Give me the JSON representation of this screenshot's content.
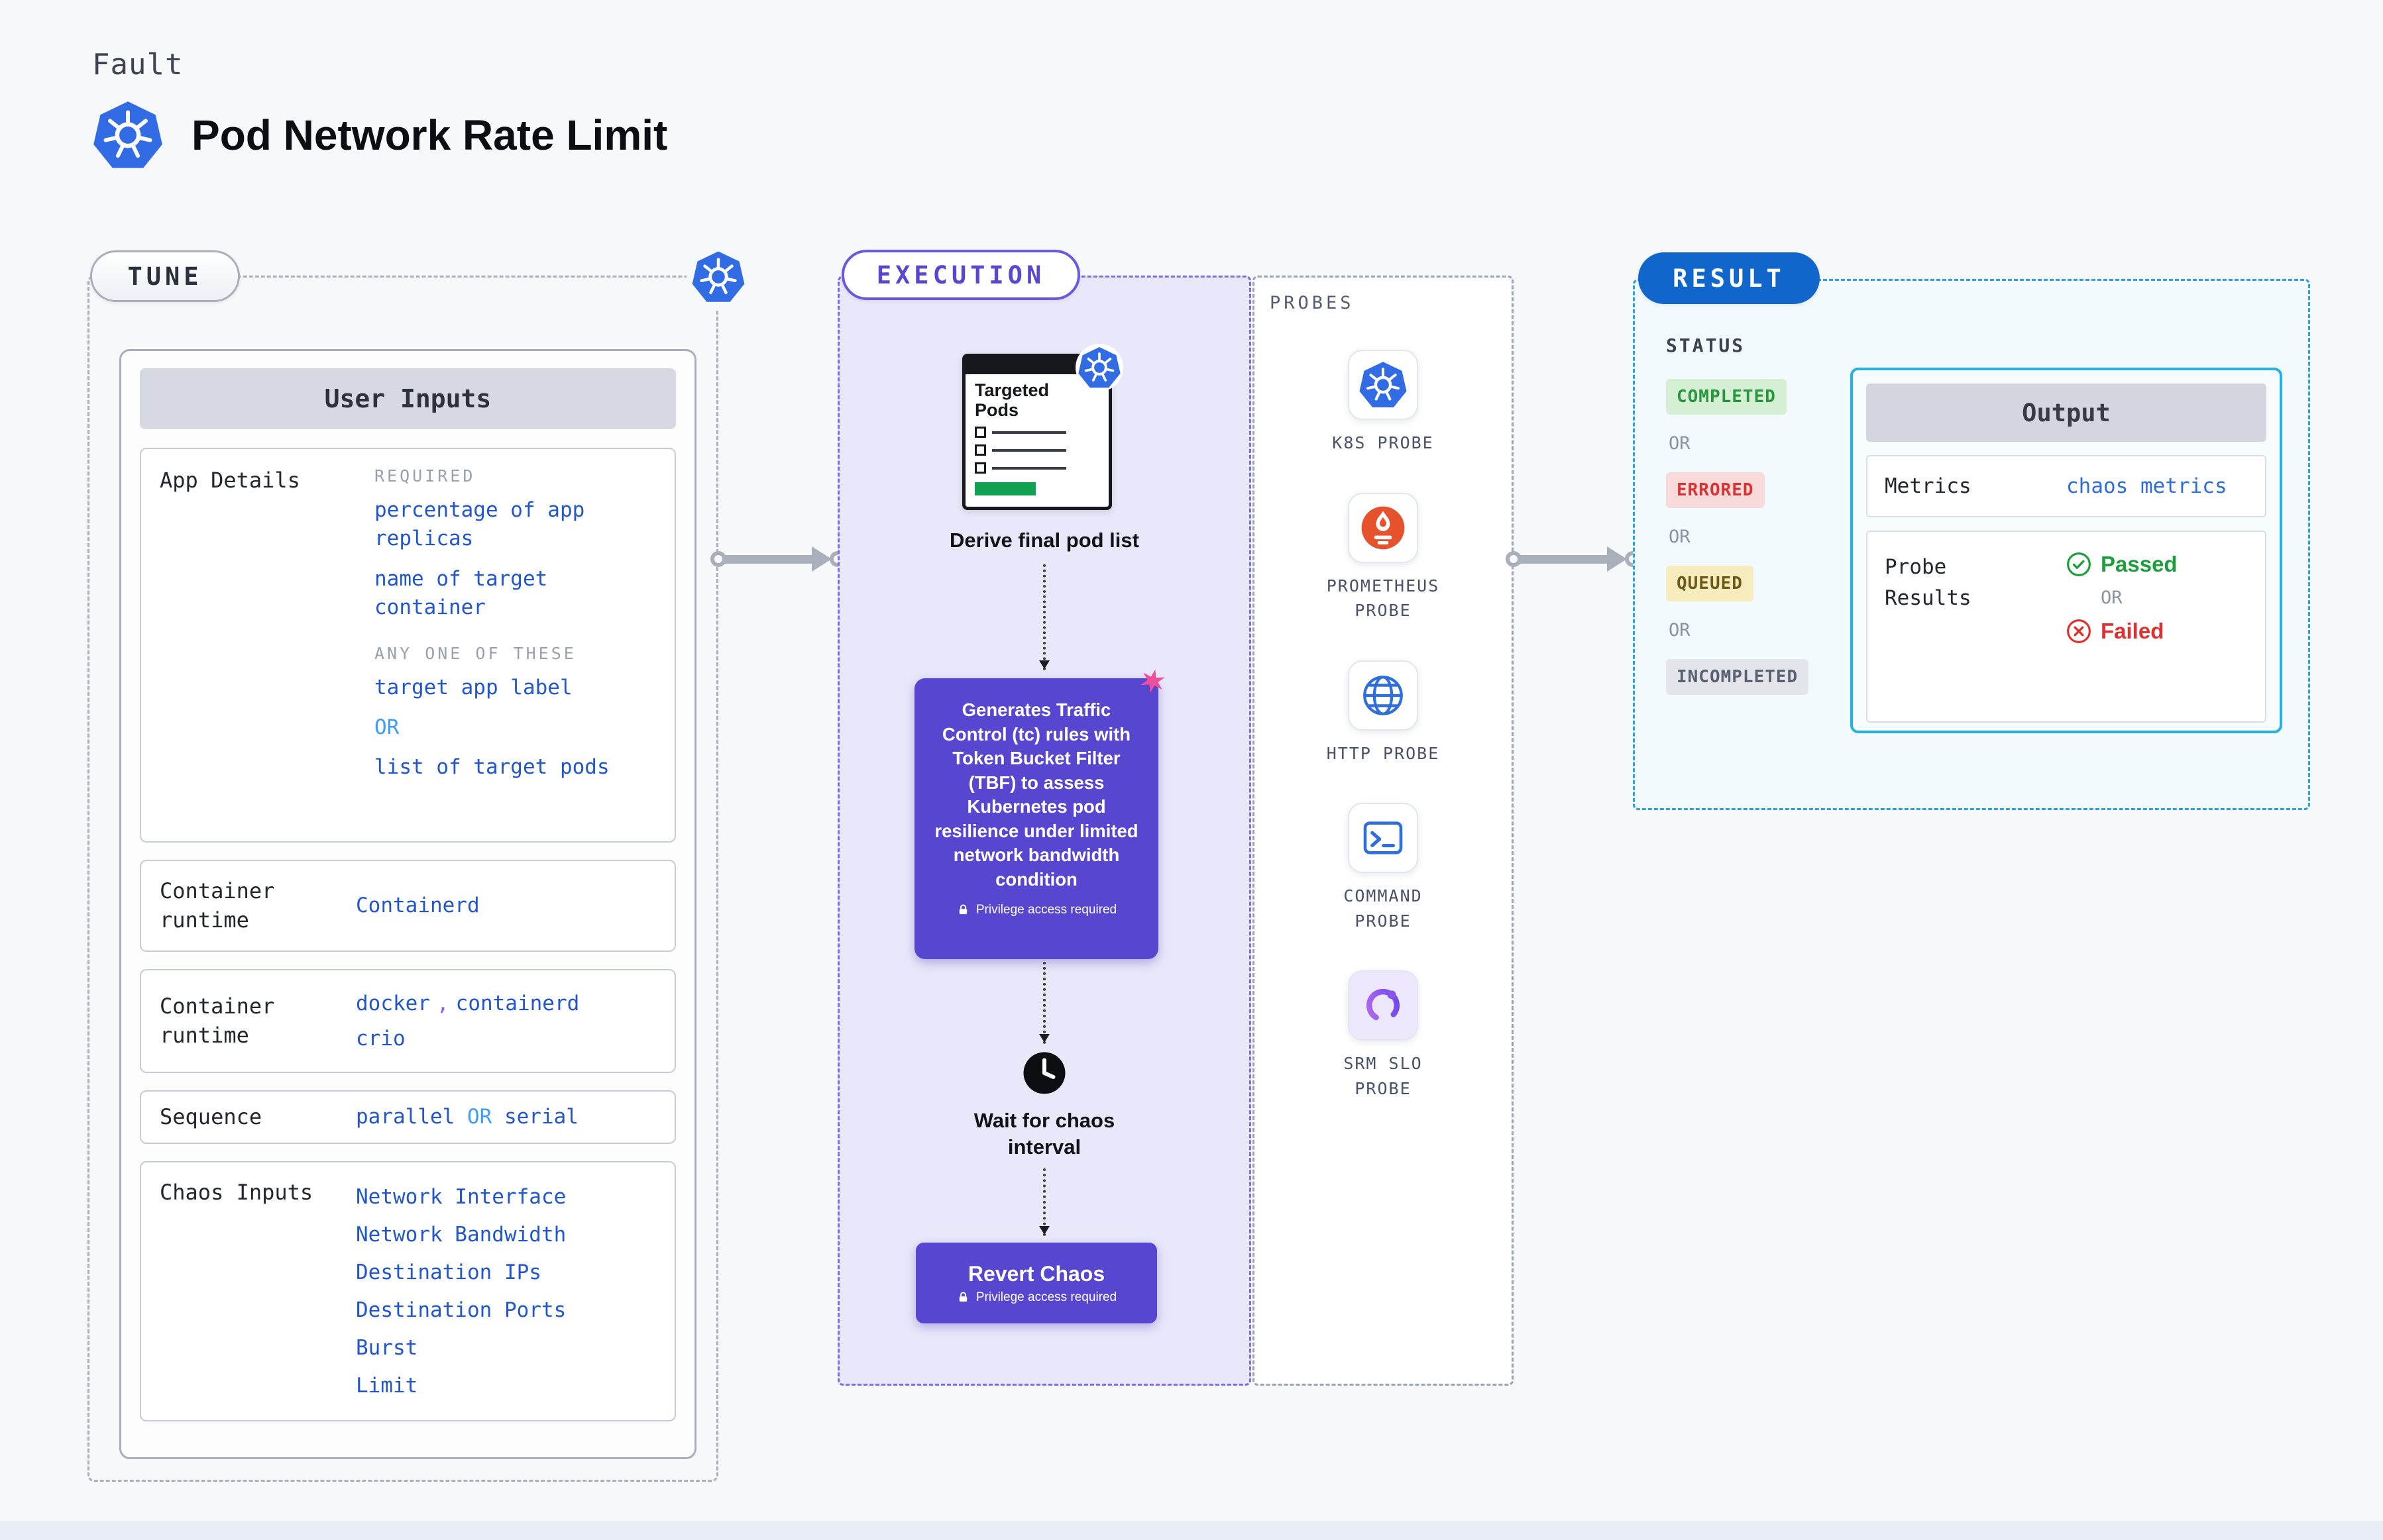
{
  "colors": {
    "k8s_blue": "#326ce5",
    "value_blue": "#2156cd",
    "or_blue": "#3f9df5",
    "action_purple": "#5646d0",
    "execution_purple": "#5847cf",
    "result_blue": "#1166cb",
    "cyan_border": "#27b2de",
    "completed_green": "#27963c",
    "errored_red": "#d93434",
    "queued_amber": "#6d5a17",
    "prometheus_orange": "#e6522c",
    "passed_green": "#1d9e3c",
    "failed_red": "#df3030",
    "chaos_pink": "#ee4f9b"
  },
  "header": {
    "kicker": "Fault",
    "title": "Pod Network Rate Limit"
  },
  "tune": {
    "label": "TUNE",
    "panel_title": "User Inputs",
    "app_details": {
      "label": "App Details",
      "required_heading": "REQUIRED",
      "required_items": [
        "percentage of app replicas",
        "name of target container"
      ],
      "any_one_heading": "ANY ONE OF THESE",
      "option_a": "target app label",
      "or": "OR",
      "option_b": "list of target pods"
    },
    "runtime_row": {
      "label": "Container runtime",
      "value": "Containerd"
    },
    "runtime_row2": {
      "label": "Container runtime",
      "value_a": "docker",
      "separator": ",",
      "value_b": "containerd",
      "value_c": "crio"
    },
    "sequence_row": {
      "label": "Sequence",
      "value_a": "parallel",
      "or": "OR",
      "value_b": "serial"
    },
    "chaos_inputs": {
      "label": "Chaos Inputs",
      "items": [
        "Network Interface",
        "Network Bandwidth",
        "Destination IPs",
        "Destination Ports",
        "Burst",
        "Limit"
      ]
    }
  },
  "execution": {
    "label": "EXECUTION",
    "targeted_pods_title": "Targeted Pods",
    "derive_step": "Derive final pod list",
    "action_description": "Generates Traffic Control (tc) rules with Token Bucket Filter (TBF) to assess Kubernetes pod resilience under limited network bandwidth condition",
    "privilege_note": "Privilege access required",
    "wait_step": "Wait for chaos interval",
    "revert_label": "Revert Chaos"
  },
  "probes": {
    "label": "PROBES",
    "items": [
      {
        "name": "K8S PROBE",
        "icon": "kubernetes-icon"
      },
      {
        "name": "PROMETHEUS PROBE",
        "icon": "prometheus-icon"
      },
      {
        "name": "HTTP PROBE",
        "icon": "globe-icon"
      },
      {
        "name": "COMMAND PROBE",
        "icon": "terminal-icon"
      },
      {
        "name": "SRM SLO PROBE",
        "icon": "srm-gauge-icon"
      }
    ]
  },
  "result": {
    "label": "RESULT",
    "status_heading": "STATUS",
    "or": "OR",
    "statuses": {
      "completed": "COMPLETED",
      "errored": "ERRORED",
      "queued": "QUEUED",
      "incompleted": "INCOMPLETED"
    },
    "output": {
      "title": "Output",
      "metrics_label": "Metrics",
      "metrics_value": "chaos metrics",
      "probe_results_label": "Probe Results",
      "passed": "Passed",
      "or": "OR",
      "failed": "Failed"
    }
  }
}
